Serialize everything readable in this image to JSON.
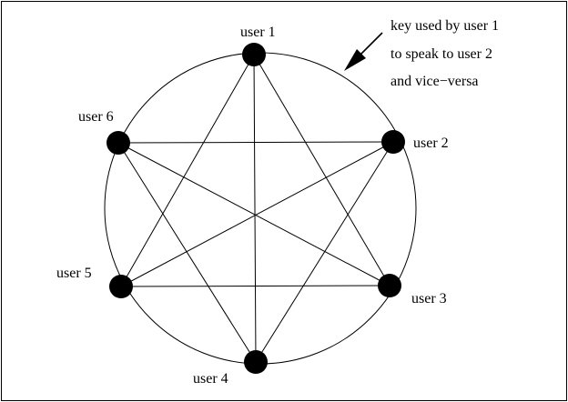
{
  "diagram": {
    "users": [
      {
        "id": 1,
        "label": "user 1"
      },
      {
        "id": 2,
        "label": "user 2"
      },
      {
        "id": 3,
        "label": "user 3"
      },
      {
        "id": 4,
        "label": "user 4"
      },
      {
        "id": 5,
        "label": "user 5"
      },
      {
        "id": 6,
        "label": "user 6"
      }
    ],
    "edges": [
      [
        1,
        3
      ],
      [
        1,
        4
      ],
      [
        1,
        5
      ],
      [
        2,
        4
      ],
      [
        2,
        5
      ],
      [
        2,
        6
      ],
      [
        3,
        5
      ],
      [
        3,
        6
      ],
      [
        4,
        6
      ]
    ],
    "annotation": {
      "lines": [
        "key used by user 1",
        "to speak to user 2",
        "and vice−versa"
      ]
    }
  }
}
